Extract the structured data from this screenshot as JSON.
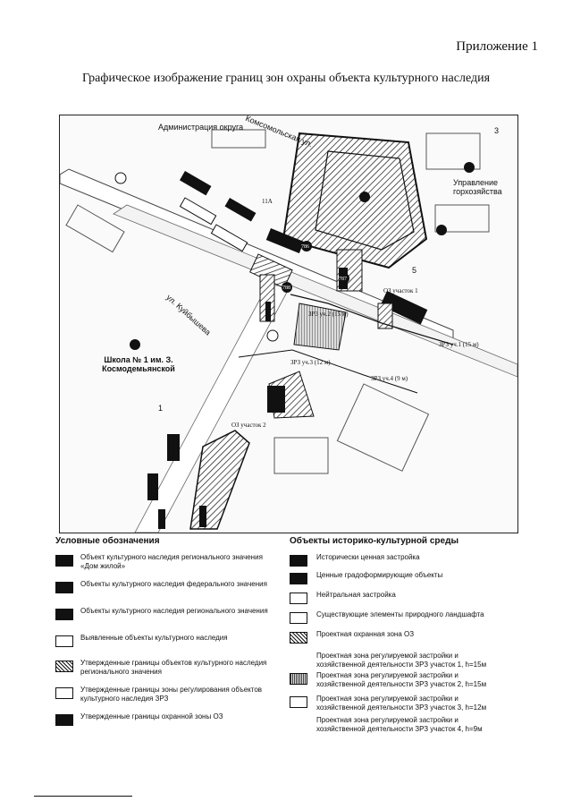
{
  "header": {
    "appendix": "Приложение 1",
    "title": "Графическое изображение границ зон охраны объекта культурного наследия"
  },
  "map": {
    "labels": {
      "admin": "Администрация округа",
      "komsomol": "Комсомольская ул.",
      "upravlenie": "Управление горхозяйства",
      "kuibysheva": "ул. Куйбышева",
      "school": "Школа № 1 им. З. Космодемьянской",
      "oz1": "ОЗ участок 1",
      "oz2": "ОЗ участок 2",
      "zrz1": "ЗРЗ уч.1 (15 м)",
      "zrz2": "ЗРЗ уч.2 (15 м)",
      "zrz3": "ЗРЗ уч.3 (12 м)",
      "zrz4": "ЗРЗ уч.4 (9 м)",
      "n1": "1",
      "n3": "3",
      "n5": "5",
      "n11a": "11А",
      "b786": "786",
      "b787": "787",
      "b788": "788"
    }
  },
  "legend": {
    "left_title": "Условные обозначения",
    "left": [
      {
        "swatch": "black",
        "text": "Объект культурного наследия регионального значения «Дом жилой»"
      },
      {
        "swatch": "black",
        "text": "Объекты культурного наследия федерального значения"
      },
      {
        "swatch": "black",
        "text": "Объекты культурного наследия регионального значения"
      },
      {
        "swatch": "white",
        "text": "Выявленные объекты культурного наследия"
      },
      {
        "swatch": "hatch",
        "text": "Утвержденные границы объектов культурного наследия регионального значения"
      },
      {
        "swatch": "white",
        "text": "Утвержденные границы зоны регулирования объектов культурного наследия ЗРЗ"
      },
      {
        "swatch": "black",
        "text": "Утвержденные границы охранной зоны ОЗ"
      }
    ],
    "right_title": "Объекты историко-культурной среды",
    "right": [
      {
        "swatch": "black",
        "text": "Исторически ценная застройка"
      },
      {
        "swatch": "black",
        "text": "Ценные градоформирующие объекты"
      },
      {
        "swatch": "white",
        "text": "Нейтральная застройка"
      },
      {
        "swatch": "white",
        "text": "Существующие элементы природного ландшафта"
      },
      {
        "swatch": "hatch",
        "text": "Проектная охранная зона ОЗ"
      },
      {
        "swatch": "none",
        "text": "Проектная зона регулируемой застройки и хозяйственной деятельности ЗРЗ участок 1, h=15м"
      },
      {
        "swatch": "gray",
        "text": "Проектная зона регулируемой застройки и хозяйственной деятельности ЗРЗ участок 2, h=15м"
      },
      {
        "swatch": "white",
        "text": "Проектная зона регулируемой застройки и хозяйственной деятельности ЗРЗ участок 3, h=12м"
      },
      {
        "swatch": "none",
        "text": "Проектная зона регулируемой застройки и хозяйственной деятельности ЗРЗ участок 4, h=9м"
      }
    ]
  }
}
